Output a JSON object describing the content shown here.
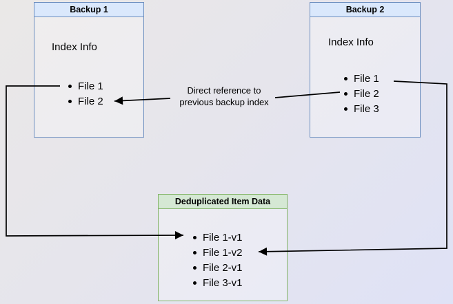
{
  "colors": {
    "blue_fill": "#dae8fc",
    "blue_border": "#6c8ebf",
    "green_fill": "#d5e8d4",
    "green_border": "#82b366",
    "arrow": "#000000",
    "text": "#000000",
    "bg_top_left": "#eae8e7",
    "bg_bottom_right": "#dfe2f6"
  },
  "boxes": {
    "backup1": {
      "title": "Backup 1",
      "subtitle": "Index Info",
      "items": [
        "File 1",
        "File 2"
      ]
    },
    "backup2": {
      "title": "Backup 2",
      "subtitle": "Index Info",
      "items": [
        "File 1",
        "File 2",
        "File 3"
      ]
    },
    "dedup": {
      "title": "Deduplicated Item Data",
      "items": [
        "File 1-v1",
        "File 1-v2",
        "File 2-v1",
        "File 3-v1"
      ]
    }
  },
  "arrow_label": {
    "line1": "Direct reference to",
    "line2": "previous backup index"
  }
}
